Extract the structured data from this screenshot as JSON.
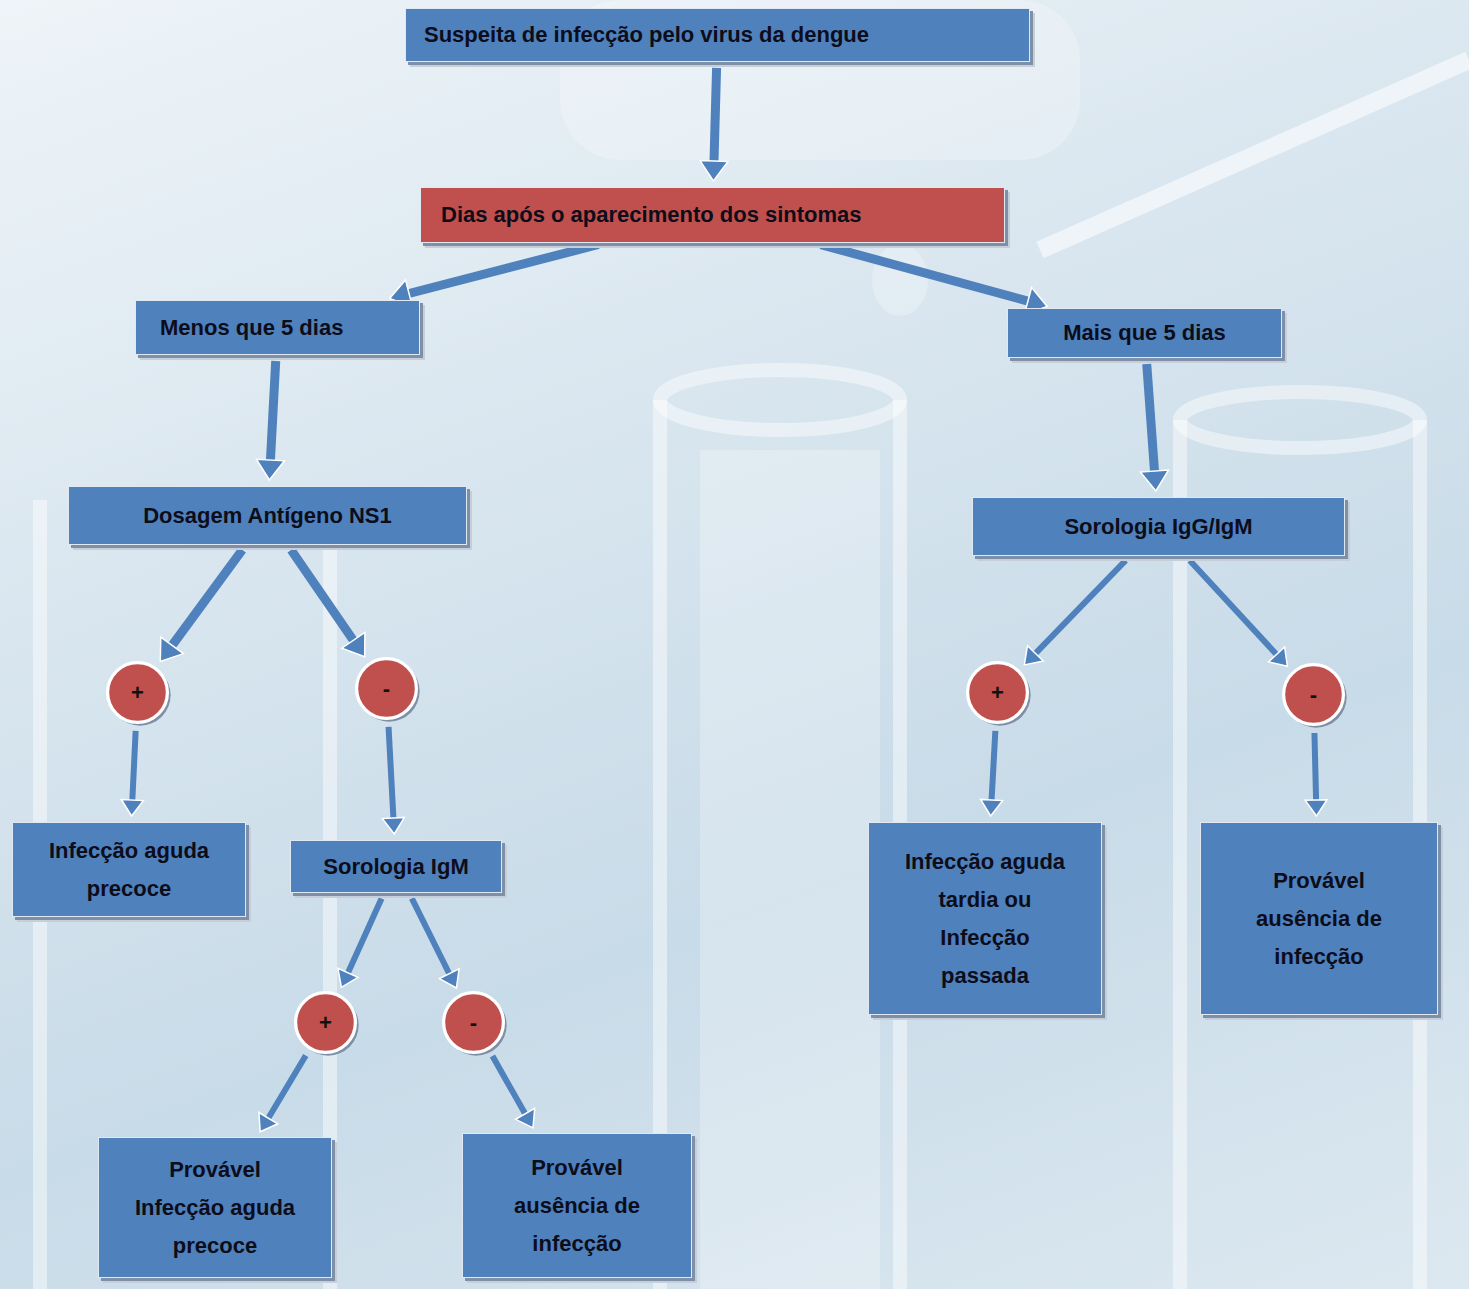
{
  "diagram": {
    "nodes": [
      {
        "text": [
          "Suspeita de infecção pelo virus da dengue"
        ]
      },
      {
        "text": [
          "Dias após o aparecimento dos sintomas"
        ]
      },
      {
        "text": [
          "Menos que 5 dias"
        ]
      },
      {
        "text": [
          "Mais que 5 dias"
        ]
      },
      {
        "text": [
          "Dosagem Antígeno NS1"
        ]
      },
      {
        "text": [
          "Sorologia IgG/IgM"
        ]
      },
      {
        "text": [
          "+"
        ]
      },
      {
        "text": [
          "-"
        ]
      },
      {
        "text": [
          "+"
        ]
      },
      {
        "text": [
          "-"
        ]
      },
      {
        "text": [
          "Infecção aguda precoce"
        ]
      },
      {
        "text": [
          "Sorologia IgM"
        ]
      },
      {
        "text": [
          "Infecção aguda tardia ou Infecção passada"
        ]
      },
      {
        "text": [
          "Provável ausência de infecção"
        ]
      },
      {
        "text": [
          "+"
        ]
      },
      {
        "text": [
          "-"
        ]
      },
      {
        "text": [
          "Provável Infecção aguda precoce"
        ]
      },
      {
        "text": [
          "Provável ausência de infecção"
        ]
      }
    ],
    "edges": [
      {
        "from": 0,
        "to": 1,
        "arrow": "to"
      },
      {
        "from": 1,
        "to": 2,
        "arrow": "to"
      },
      {
        "from": 1,
        "to": 3,
        "arrow": "to"
      },
      {
        "from": 2,
        "to": 4,
        "arrow": "to"
      },
      {
        "from": 3,
        "to": 5,
        "arrow": "to"
      },
      {
        "from": 4,
        "to": 6,
        "arrow": "to"
      },
      {
        "from": 4,
        "to": 7,
        "arrow": "to"
      },
      {
        "from": 5,
        "to": 8,
        "arrow": "to"
      },
      {
        "from": 5,
        "to": 9,
        "arrow": "to"
      },
      {
        "from": 6,
        "to": 10,
        "arrow": "to"
      },
      {
        "from": 7,
        "to": 11,
        "arrow": "to"
      },
      {
        "from": 8,
        "to": 12,
        "arrow": "to"
      },
      {
        "from": 9,
        "to": 13,
        "arrow": "to"
      },
      {
        "from": 11,
        "to": 14,
        "arrow": "to"
      },
      {
        "from": 11,
        "to": 15,
        "arrow": "to"
      },
      {
        "from": 14,
        "to": 16,
        "arrow": "to"
      },
      {
        "from": 15,
        "to": 17,
        "arrow": "to"
      }
    ]
  }
}
